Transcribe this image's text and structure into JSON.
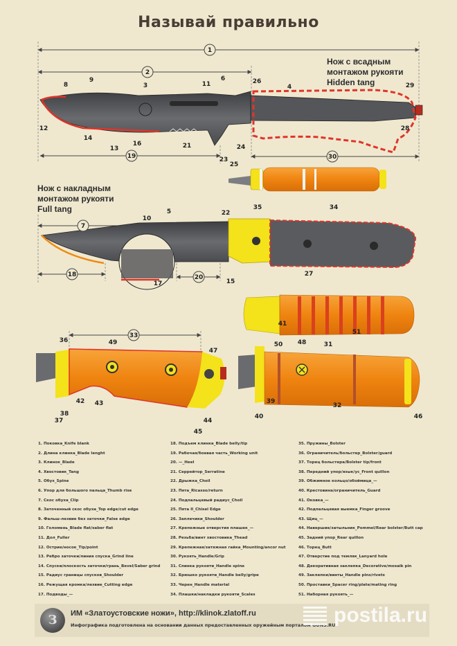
{
  "title": "Называй правильно",
  "notes": {
    "hidden_tang": [
      "Нож с всадным",
      "монтажом рукояти",
      "Hidden tang"
    ],
    "full_tang": [
      "Нож с накладным",
      "монтажом рукояти",
      "Full tang"
    ]
  },
  "callouts": [
    "1",
    "2",
    "3",
    "4",
    "5",
    "6",
    "7",
    "8",
    "9",
    "10",
    "11",
    "12",
    "13",
    "14",
    "15",
    "16",
    "17",
    "18",
    "19",
    "20",
    "21",
    "22",
    "23",
    "24",
    "25",
    "26",
    "27",
    "28",
    "29",
    "30",
    "31",
    "32",
    "33",
    "34",
    "35",
    "36",
    "37",
    "38",
    "39",
    "40",
    "41",
    "42",
    "43",
    "44",
    "45",
    "46",
    "47",
    "48",
    "49",
    "50",
    "51"
  ],
  "legend": {
    "col1": [
      "1. Поковка_Knife blank",
      "2. Длина клинка_Blade lenght",
      "3. Клинок_Blade",
      "4. Хвостовик_Tang",
      "5. Обух_Spine",
      "6. Упор для большого пальца_Thumb rise",
      "7. Скос обуха_Clip",
      "8. Заточенный скос обуха_Top edge/cut edge",
      "9. Фальш-лезвие без заточки_False edge",
      "10. Голомень_Blade flat/saber flat",
      "11. Дол_Fuller",
      "12. Острие/носок_Tip/point",
      "13. Ребро заточки/линия спуска_Grind line",
      "14. Спуски/плоскость заточки/грань_Bevel/Saber grind",
      "15. Радиус границы спусков_Shoulder",
      "16. Режущая кромка/лезвие_Cutting edge",
      "17. Подводы_—"
    ],
    "col2": [
      "18. Подъем клинка_Blade belly/tip",
      "19. Рабочая/боевая часть_Working unit",
      "20. —_Heel",
      "21. Серрейтор_Serratine",
      "22. Дрыжка_Choil",
      "23. Пята_Ricasso/return",
      "24. Подпальцевый радиус_Choil",
      "25. Пята II_Chisel Edge",
      "26. Заплечики_Shoulder",
      "27. Крепежные отверстия плашек_—",
      "28. Резьба/винт хвостовика_Thead",
      "29. Крепежная/затяжная гайка_Mounting/ancor nut",
      "30. Рукоять_Handle/Grip",
      "31. Спинка рукояти_Handle spine",
      "32. Брюшко рукояти_Handle belly/gripe",
      "33. Черен_Handle material",
      "34. Плашки/накладки рукояти_Scales"
    ],
    "col3": [
      "35. Пружины_Bolster",
      "36. Ограничитель/больстер_Bolster/guard",
      "37. Торец больстера/Bolster tip/front",
      "38. Передний упор/язык/ус_Front quillon",
      "39. Обжимное кольцо/обоймица_—",
      "40. Крестовина/ограничитель_Guard",
      "41. Оковка_—",
      "42. Подпальцевая выемка_Finger groove",
      "43. Щиц_—",
      "44. Навершие/затыльник_Pommel/Rear bolster/Butt cap",
      "45. Задний упор_Rear quillon",
      "46. Торец_Butt",
      "47. Отверстие под темляк_Lanyard hole",
      "48. Декоративная заклепка_Decorative/mosaik pin",
      "49. Заклепки/винты_Handle pins/rivets",
      "50. Проставки_Spacer ring/plate/mating ring",
      "51. Наборная рукоять_—"
    ]
  },
  "footer": {
    "logo": "З",
    "line1": "ИМ «Златоустовские ножи», http://klinok.zlatoff.ru",
    "line2": "Инфографика подготовлена на основании данных предоставленных оружейным порталом GUNS.RU"
  },
  "watermark": "postila.ru",
  "colors": {
    "background": "#efe8cf",
    "blade": "#4e4f52",
    "handle_orange": "#f08a12",
    "bolster_yellow": "#f4e21a",
    "accent_red": "#e0342a",
    "spacer_brown": "#b3502b"
  }
}
